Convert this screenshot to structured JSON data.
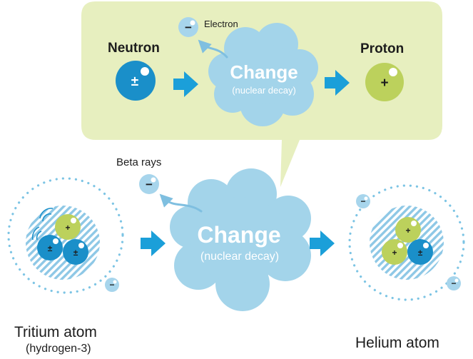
{
  "top_panel": {
    "neutron_label": "Neutron",
    "neutron_symbol": "±",
    "electron_label": "Electron",
    "electron_symbol": "−",
    "change_title": "Change",
    "change_subtitle": "(nuclear decay)",
    "proton_label": "Proton",
    "proton_symbol": "+"
  },
  "bottom": {
    "beta_label": "Beta rays",
    "beta_symbol": "−",
    "change_title": "Change",
    "change_subtitle": "(nuclear decay)",
    "tritium_label": "Tritium atom",
    "tritium_sub": "(hydrogen-3)",
    "helium_label": "Helium atom",
    "tritium_nucleus_symbols": [
      "+",
      "±",
      "±"
    ],
    "tritium_electron_symbol": "−",
    "helium_nucleus_symbols": [
      "+",
      "+",
      "±"
    ],
    "helium_electron_symbols": [
      "−",
      "−"
    ]
  },
  "colors": {
    "panel": "#e7efbf",
    "cloud": "#a3d4ea",
    "arrow": "#1b9fd9",
    "neutron": "#1a8fc9",
    "proton": "#bcd15c",
    "electron": "#a7d5ec",
    "orbit_dots": "#7cc4e4",
    "hatch": "#8ec8e6"
  }
}
